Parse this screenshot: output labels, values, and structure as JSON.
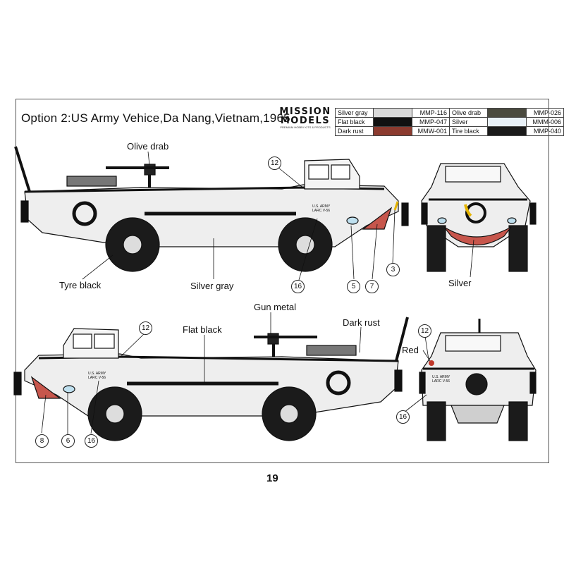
{
  "title": "Option 2:US Army Vehice,Da Nang,Vietnam,1965.",
  "logo": {
    "line1": "MISSION",
    "line2": "MODELS",
    "tagline": "PREMIUM HOBBY KITS & PRODUCTS"
  },
  "palette": [
    {
      "name": "Silver gray",
      "color": "#d9d9d9",
      "code": "MMP-116"
    },
    {
      "name": "Olive drab",
      "color": "#4a4a3f",
      "code": "MMP-026"
    },
    {
      "name": "Flat black",
      "color": "#111111",
      "code": "MMP-047"
    },
    {
      "name": "Silver",
      "color": "#e9f1f8",
      "code": "MMM-006"
    },
    {
      "name": "Dark rust",
      "color": "#8c3b2f",
      "code": "MMW-001"
    },
    {
      "name": "Tire black",
      "color": "#1b1b1b",
      "code": "MMP-040"
    }
  ],
  "labels": {
    "olive_drab": "Olive drab",
    "tyre_black": "Tyre black",
    "silver_gray": "Silver gray",
    "silver": "Silver",
    "gun_metal": "Gun metal",
    "flat_black": "Flat black",
    "dark_rust": "Dark rust",
    "red": "Red"
  },
  "callouts": {
    "c12": "12",
    "c3": "3",
    "c5": "5",
    "c7": "7",
    "c16": "16",
    "c8": "8",
    "c6": "6"
  },
  "markings": {
    "line1": "U.S. ARMY",
    "line2": "LARC V-56"
  },
  "page_number": "19"
}
